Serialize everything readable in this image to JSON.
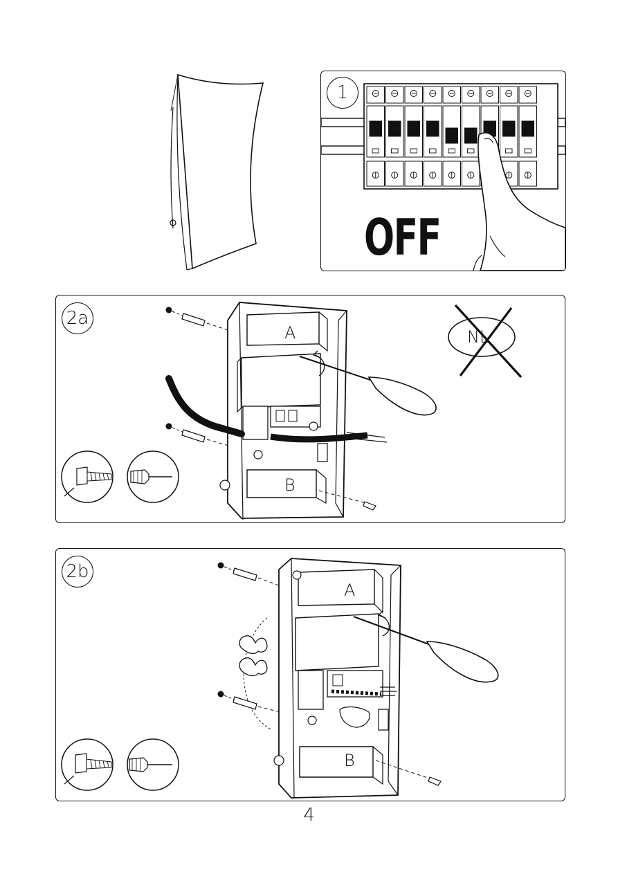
{
  "steps": {
    "step1": {
      "label": "1",
      "status_text": "OFF"
    },
    "step2a": {
      "label": "2a",
      "box_top": "A",
      "box_bottom": "B",
      "prohibited_symbol": "NL"
    },
    "step2b": {
      "label": "2b",
      "box_top": "A",
      "box_bottom": "B"
    }
  },
  "icons": {
    "lamp": "curved-wall-lamp-illustration",
    "breaker": "circuit-breaker-panel-illustration",
    "finger": "hand-pressing-icon",
    "screwdriver": "screwdriver-icon",
    "drill": "drill-bit-icon",
    "prohibited": "no-neutral-prohibition-icon"
  },
  "page": {
    "number": "4"
  }
}
